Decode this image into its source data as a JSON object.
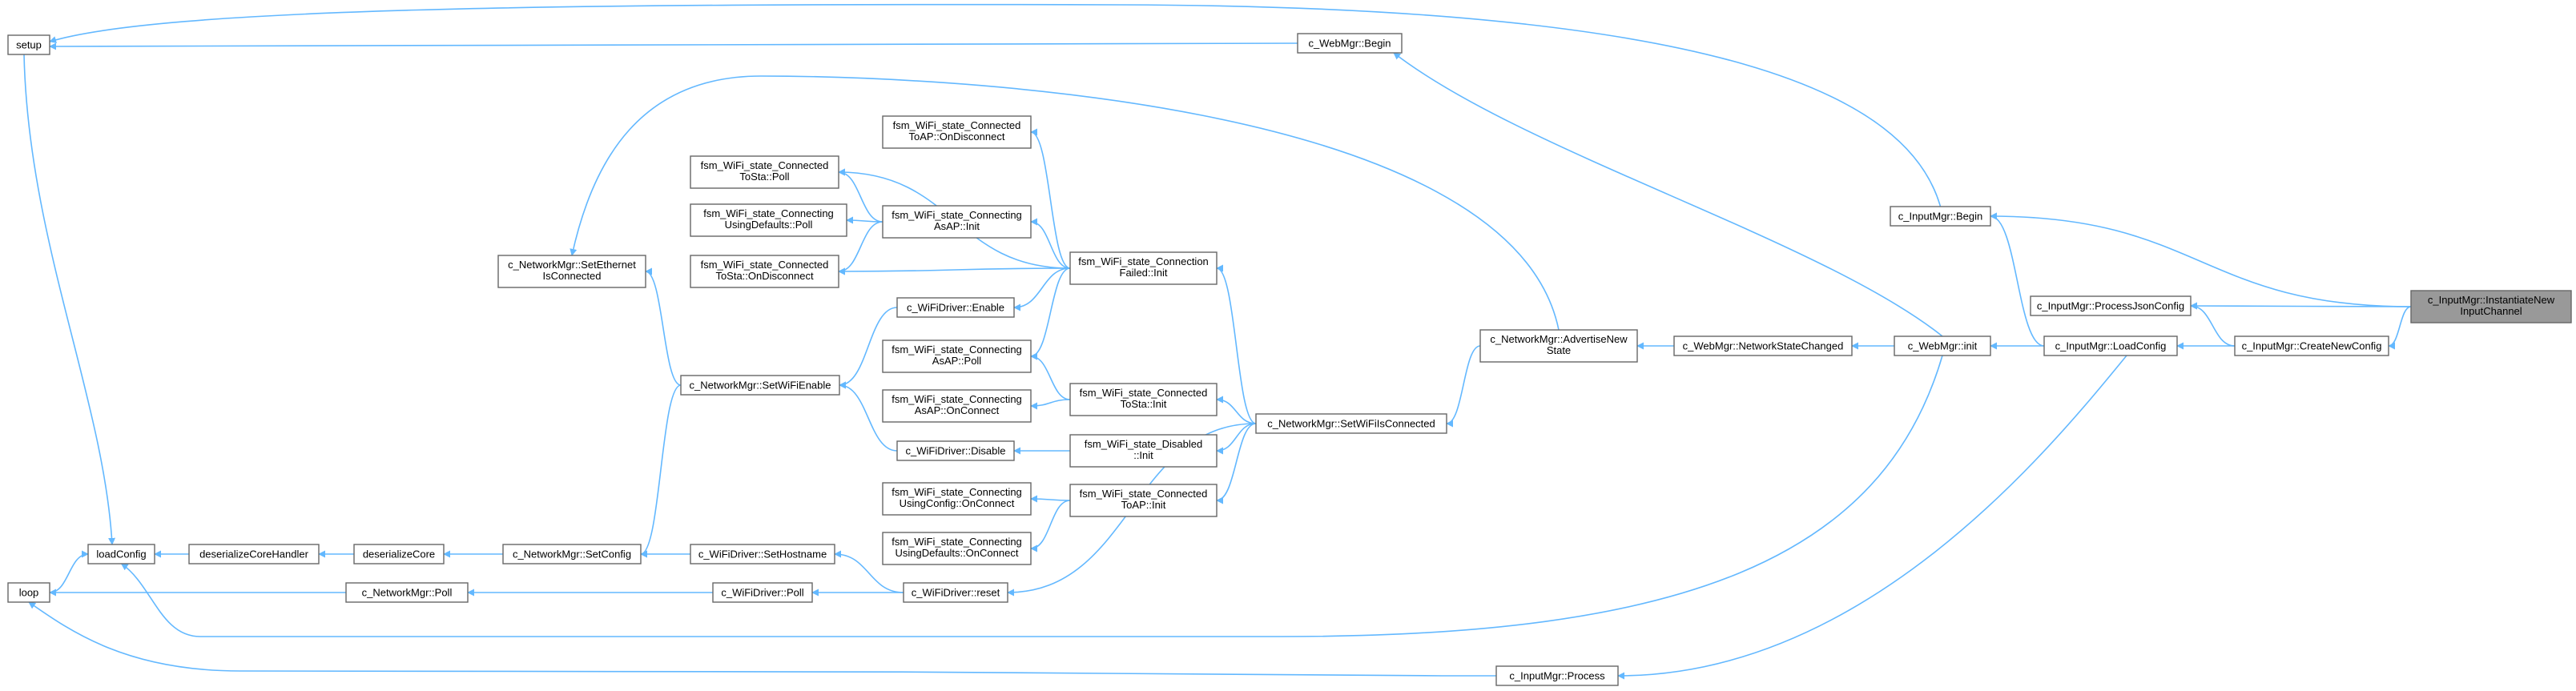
{
  "diagram": {
    "kind": "call-graph",
    "colors": {
      "edge": "#63b8ff",
      "node_border": "#666666",
      "focus_fill": "#999999",
      "node_fill": "#ffffff"
    },
    "nodes": {
      "setup": [
        "setup"
      ],
      "loop": [
        "loop"
      ],
      "loadConfig": [
        "loadConfig"
      ],
      "deserializeCoreHandler": [
        "deserializeCoreHandler"
      ],
      "deserializeCore": [
        "deserializeCore"
      ],
      "nm_setconfig": [
        "c_NetworkMgr::SetConfig"
      ],
      "nm_poll": [
        "c_NetworkMgr::Poll"
      ],
      "nm_seteth": [
        "c_NetworkMgr::SetEthernet",
        "IsConnected"
      ],
      "nm_setwifienable": [
        "c_NetworkMgr::SetWiFiEnable"
      ],
      "ws_cts_poll": [
        "fsm_WiFi_state_Connected",
        "ToSta::Poll"
      ],
      "ws_cud_poll": [
        "fsm_WiFi_state_Connecting",
        "UsingDefaults::Poll"
      ],
      "ws_cts_ondisc": [
        "fsm_WiFi_state_Connected",
        "ToSta::OnDisconnect"
      ],
      "ws_ctap_ondisc": [
        "fsm_WiFi_state_Connected",
        "ToAP::OnDisconnect"
      ],
      "ws_caap_init": [
        "fsm_WiFi_state_Connecting",
        "AsAP::Init"
      ],
      "wd_enable": [
        "c_WiFiDriver::Enable"
      ],
      "ws_caap_poll": [
        "fsm_WiFi_state_Connecting",
        "AsAP::Poll"
      ],
      "ws_caap_onconn": [
        "fsm_WiFi_state_Connecting",
        "AsAP::OnConnect"
      ],
      "wd_disable": [
        "c_WiFiDriver::Disable"
      ],
      "ws_cuc_onconn": [
        "fsm_WiFi_state_Connecting",
        "UsingConfig::OnConnect"
      ],
      "ws_cud_onconn": [
        "fsm_WiFi_state_Connecting",
        "UsingDefaults::OnConnect"
      ],
      "wd_sethost": [
        "c_WiFiDriver::SetHostname"
      ],
      "wd_poll": [
        "c_WiFiDriver::Poll"
      ],
      "wd_reset": [
        "c_WiFiDriver::reset"
      ],
      "ws_cf_init": [
        "fsm_WiFi_state_Connection",
        "Failed::Init"
      ],
      "ws_cts_init": [
        "fsm_WiFi_state_Connected",
        "ToSta::Init"
      ],
      "ws_dis_init": [
        "fsm_WiFi_state_Disabled",
        "::Init"
      ],
      "ws_ctap_init": [
        "fsm_WiFi_state_Connected",
        "ToAP::Init"
      ],
      "nm_setwifiisconn": [
        "c_NetworkMgr::SetWiFiIsConnected"
      ],
      "nm_advert": [
        "c_NetworkMgr::AdvertiseNew",
        "State"
      ],
      "wm_netchanged": [
        "c_WebMgr::NetworkStateChanged"
      ],
      "wm_begin": [
        "c_WebMgr::Begin"
      ],
      "wm_init": [
        "c_WebMgr::init"
      ],
      "im_process": [
        "c_InputMgr::Process"
      ],
      "im_begin": [
        "c_InputMgr::Begin"
      ],
      "im_procjson": [
        "c_InputMgr::ProcessJsonConfig"
      ],
      "im_loadconfig": [
        "c_InputMgr::LoadConfig"
      ],
      "im_createnew": [
        "c_InputMgr::CreateNewConfig"
      ],
      "im_instantiate": [
        "c_InputMgr::InstantiateNew",
        "InputChannel"
      ]
    }
  }
}
